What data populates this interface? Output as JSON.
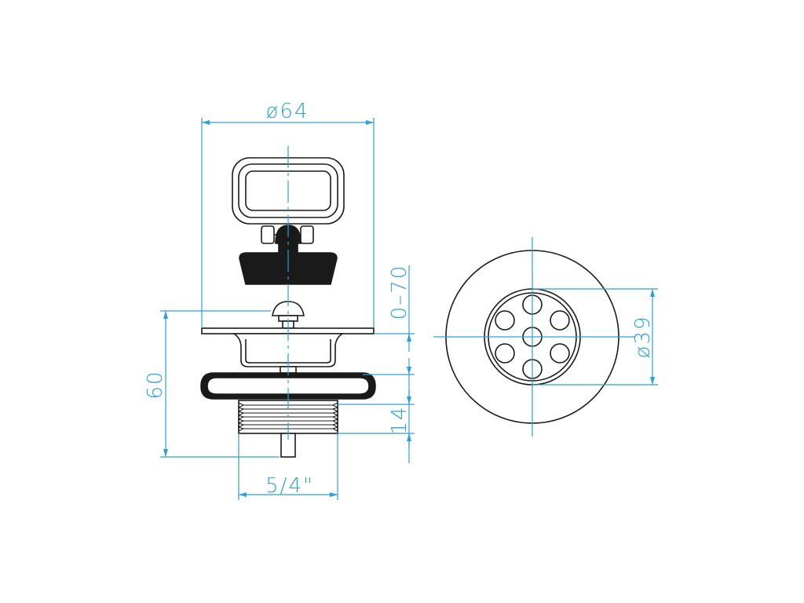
{
  "dimensions": {
    "diameter_top": "ø64",
    "height_total": "60",
    "adjustment_range": "0–70",
    "thread_height": "14",
    "thread_size": "5/4\"",
    "grate_diameter": "ø39"
  },
  "colors": {
    "outline": "#1a1a1a",
    "dimension": "#2aa1d8",
    "fill_dark": "#1a1a1a",
    "fill_light": "#ffffff"
  }
}
